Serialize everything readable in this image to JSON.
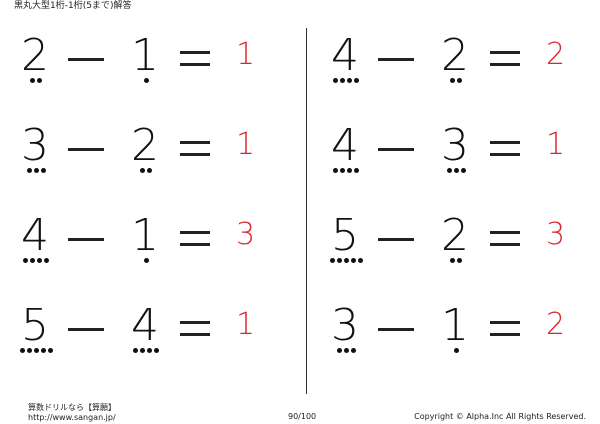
{
  "header": {
    "title": "黒丸大型1桁-1桁(5まで)解答"
  },
  "problems": {
    "left": [
      {
        "a": "2",
        "b": "1",
        "answer": "1"
      },
      {
        "a": "3",
        "b": "2",
        "answer": "1"
      },
      {
        "a": "4",
        "b": "1",
        "answer": "3"
      },
      {
        "a": "5",
        "b": "4",
        "answer": "1"
      }
    ],
    "right": [
      {
        "a": "4",
        "b": "2",
        "answer": "2"
      },
      {
        "a": "4",
        "b": "3",
        "answer": "1"
      },
      {
        "a": "5",
        "b": "2",
        "answer": "3"
      },
      {
        "a": "3",
        "b": "1",
        "answer": "2"
      }
    ]
  },
  "footer": {
    "site_name": "算数ドリルなら【算願】",
    "url": "http://www.sangan.jp/",
    "page": "90/100",
    "copyright": "Copyright © Alpha.Inc All Rights Reserved."
  },
  "colors": {
    "answer": "#d9262b",
    "text": "#111111"
  }
}
